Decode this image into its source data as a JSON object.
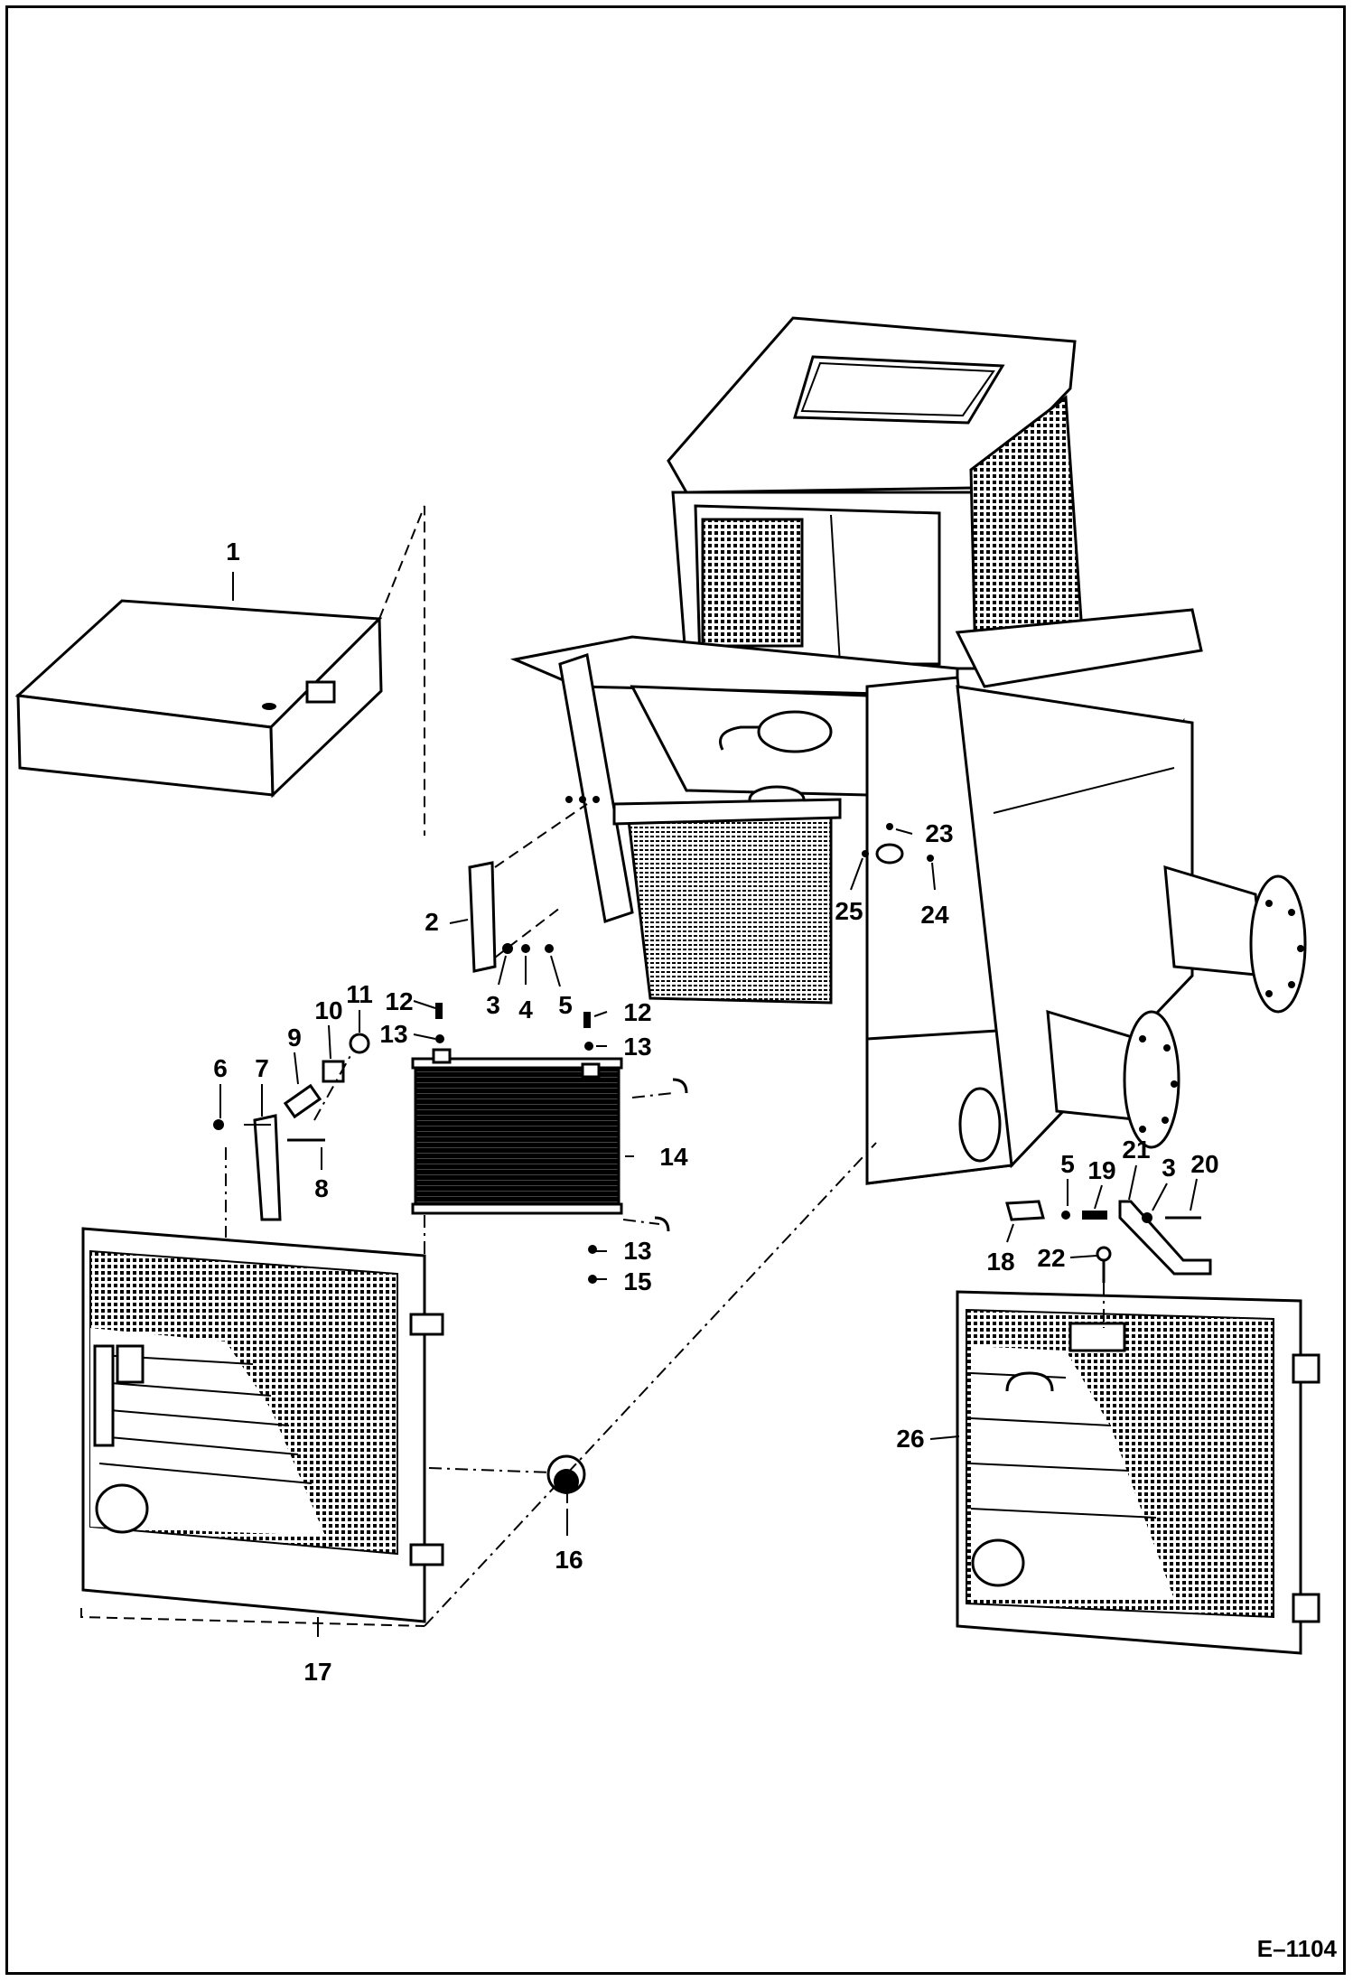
{
  "figure_ref": "E–1104",
  "callouts": [
    {
      "id": "c1",
      "label": "1"
    },
    {
      "id": "c2",
      "label": "2"
    },
    {
      "id": "c3a",
      "label": "3"
    },
    {
      "id": "c4",
      "label": "4"
    },
    {
      "id": "c5a",
      "label": "5"
    },
    {
      "id": "c6",
      "label": "6"
    },
    {
      "id": "c7",
      "label": "7"
    },
    {
      "id": "c8",
      "label": "8"
    },
    {
      "id": "c9",
      "label": "9"
    },
    {
      "id": "c10",
      "label": "10"
    },
    {
      "id": "c11",
      "label": "11"
    },
    {
      "id": "c12a",
      "label": "12"
    },
    {
      "id": "c12b",
      "label": "12"
    },
    {
      "id": "c13a",
      "label": "13"
    },
    {
      "id": "c13b",
      "label": "13"
    },
    {
      "id": "c13c",
      "label": "13"
    },
    {
      "id": "c14",
      "label": "14"
    },
    {
      "id": "c15",
      "label": "15"
    },
    {
      "id": "c16",
      "label": "16"
    },
    {
      "id": "c17",
      "label": "17"
    },
    {
      "id": "c18",
      "label": "18"
    },
    {
      "id": "c19",
      "label": "19"
    },
    {
      "id": "c20",
      "label": "20"
    },
    {
      "id": "c21",
      "label": "21"
    },
    {
      "id": "c3b",
      "label": "3"
    },
    {
      "id": "c5b",
      "label": "5"
    },
    {
      "id": "c22",
      "label": "22"
    },
    {
      "id": "c23",
      "label": "23"
    },
    {
      "id": "c24",
      "label": "24"
    },
    {
      "id": "c25",
      "label": "25"
    },
    {
      "id": "c26",
      "label": "26"
    }
  ]
}
